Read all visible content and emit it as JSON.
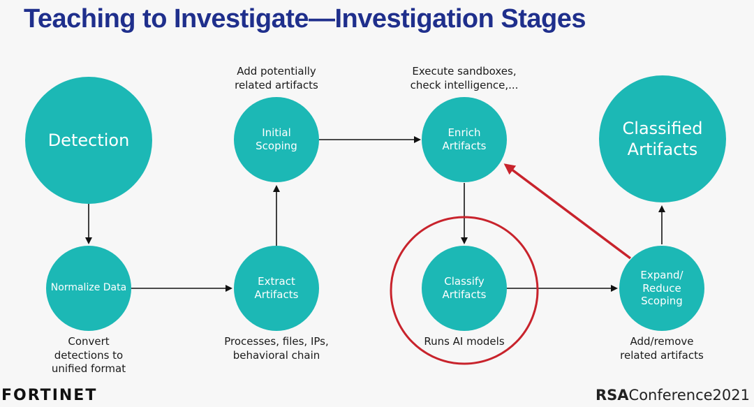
{
  "title": "Teaching to Investigate—Investigation Stages",
  "nodes": {
    "detection": "Detection",
    "normalize": "Normalize Data",
    "scoping": "Initial\nScoping",
    "extract": "Extract\nArtifacts",
    "enrich": "Enrich\nArtifacts",
    "classify": "Classify\nArtifacts",
    "expand": "Expand/\nReduce\nScoping",
    "classified": "Classified\nArtifacts"
  },
  "captions": {
    "normalize": "Convert\ndetections to\nunified format",
    "scoping": "Add potentially\nrelated artifacts",
    "extract": "Processes, files, IPs,\nbehavioral chain",
    "enrich": "Execute sandboxes,\ncheck intelligence,...",
    "classify": "Runs AI models",
    "expand": "Add/remove\nrelated artifacts"
  },
  "footer": {
    "left": "FORTINET",
    "right_brand": "RSA",
    "right_text": "Conference2021"
  },
  "colors": {
    "node": "#1cb8b5",
    "title": "#1f2f8c",
    "highlight": "#c8232c"
  }
}
